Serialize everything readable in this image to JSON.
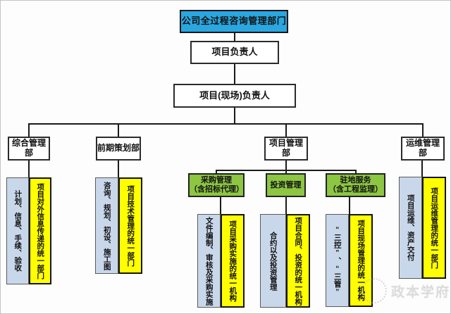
{
  "colors": {
    "root_box": "#2aa7e0",
    "green_box": "#8cc643",
    "yellow_box": "#ffff00",
    "blue_column": "#c9d7ea",
    "connector_line": "#1a1a1a"
  },
  "org": {
    "root": "公司全过程咨询管理部门",
    "project_leader": "项目负责人",
    "site_leader": "项目(现场)负责人",
    "departments": [
      {
        "label": "综合管理部"
      },
      {
        "label": "前期策划部"
      },
      {
        "label": "项目管理部"
      },
      {
        "label": "运维管理部"
      }
    ],
    "pm_sub_units": [
      {
        "label": "采购管理\n（含招标代理）"
      },
      {
        "label": "投资管理"
      },
      {
        "label": "驻地服务\n（含工程监理）"
      }
    ],
    "detail_pairs": [
      {
        "functions": "计划、信息、手续、验收",
        "role": "项目对外信息传递的统一部门"
      },
      {
        "functions": "咨询、规划、初设、施工图",
        "role": "项目技术管理的统一部门"
      },
      {
        "functions": "文件编制、审核及采购实施",
        "role": "项目采购实施的统一机构"
      },
      {
        "functions": "合约以及投资管理",
        "role": "项目合同、投资的统一机构"
      },
      {
        "functions": "“三控”、“三管”",
        "role": "项目现场管理的统一机构"
      },
      {
        "functions": "项目运维、资产交付",
        "role": "项目运维管理的统一部门"
      }
    ]
  },
  "watermark": {
    "text": "政本学府"
  }
}
